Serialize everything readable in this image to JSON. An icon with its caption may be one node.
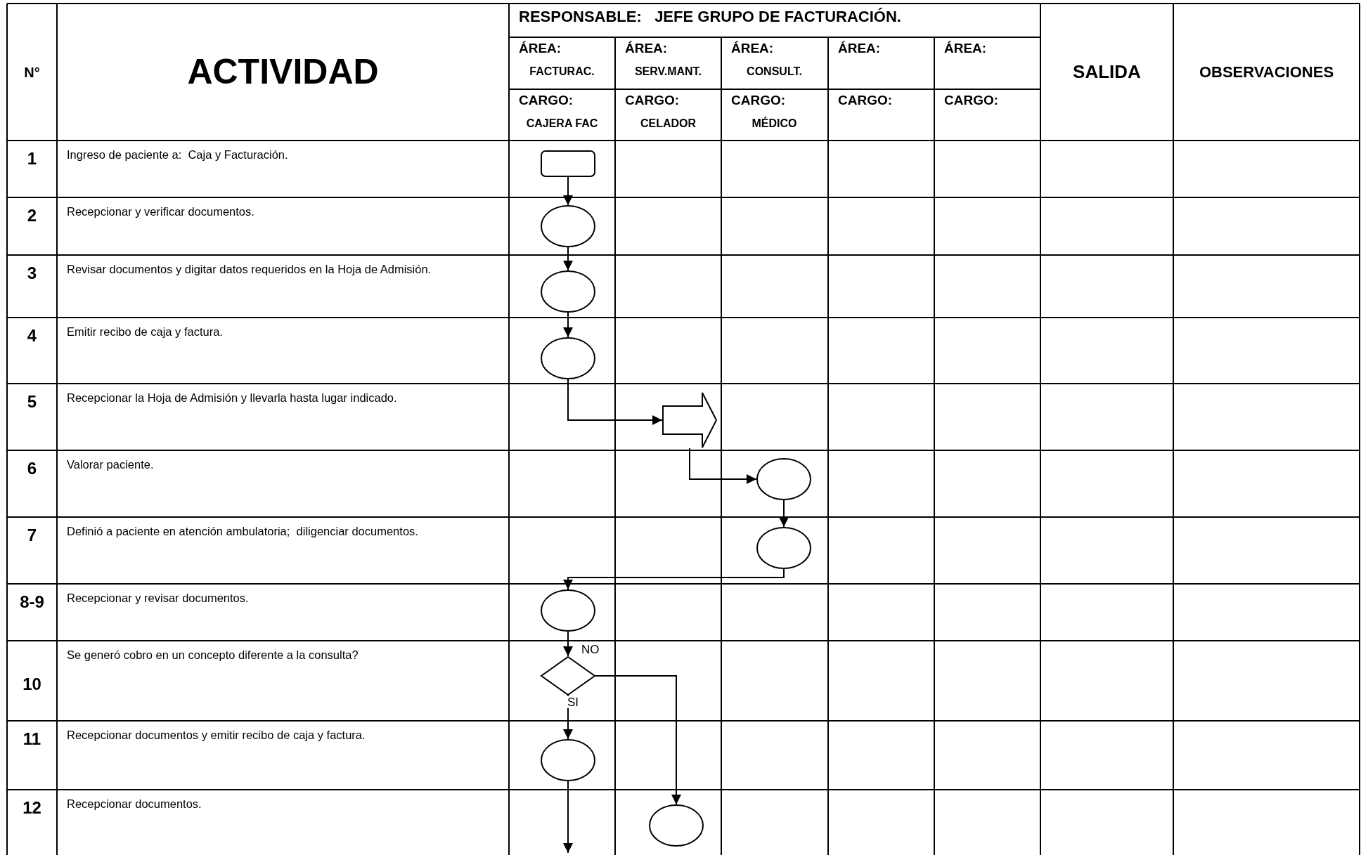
{
  "diagram": {
    "nodes": [
      {
        "text": [],
        "shape": "box"
      },
      {
        "text": [],
        "shape": "circle"
      },
      {
        "text": [],
        "shape": "circle"
      },
      {
        "text": [],
        "shape": "circle"
      },
      {
        "text": [],
        "shape": "arrow"
      },
      {
        "text": [],
        "shape": "circle"
      },
      {
        "text": [],
        "shape": "circle"
      },
      {
        "text": [],
        "shape": "circle"
      },
      {
        "text": [],
        "shape": "diamond"
      },
      {
        "text": [],
        "shape": "circle"
      },
      {
        "text": [],
        "shape": "circle"
      }
    ],
    "edges": [
      {
        "from": 0,
        "to": 1,
        "arrow": "to"
      },
      {
        "from": 1,
        "to": 2,
        "arrow": "to"
      },
      {
        "from": 2,
        "to": 3,
        "arrow": "to"
      },
      {
        "from": 3,
        "to": 4,
        "arrow": "to"
      },
      {
        "from": 4,
        "to": 5,
        "arrow": "to"
      },
      {
        "from": 5,
        "to": 6,
        "arrow": "to"
      },
      {
        "from": 6,
        "to": 7,
        "arrow": "to"
      },
      {
        "from": 7,
        "to": 8,
        "arrow": "to"
      },
      {
        "from": 8,
        "to": 9,
        "arrow": "to",
        "label": "SI"
      },
      {
        "from": 8,
        "to": 10,
        "arrow": "to",
        "label": "NO"
      },
      {
        "from": 9,
        "to": null,
        "arrow": "to"
      }
    ],
    "labels": [
      "N°",
      "ACTIVIDAD",
      "RESPONSABLE:   JEFE GRUPO DE FACTURACIÓN.",
      "SALIDA",
      "OBSERVACIONES",
      "ÁREA:",
      "FACTURAC.",
      "ÁREA:",
      "SERV.MANT.",
      "ÁREA:",
      "CONSULT.",
      "ÁREA:",
      "ÁREA:",
      "CARGO:",
      "CAJERA FAC",
      "CARGO:",
      "CELADOR",
      "CARGO:",
      "MÉDICO",
      "CARGO:",
      "CARGO:",
      "1",
      "Ingreso de paciente a:  Caja y Facturación.",
      "2",
      "Recepcionar y verificar documentos.",
      "3",
      "Revisar documentos y digitar datos requeridos en la Hoja de Admisión.",
      "4",
      "Emitir recibo de caja y factura.",
      "5",
      "Recepcionar la Hoja de Admisión y llevarla hasta lugar indicado.",
      "6",
      "Valorar paciente.",
      "7",
      "Definió a paciente en atención ambulatoria;  diligenciar documentos.",
      "8-9",
      "Recepcionar y revisar documentos.",
      "10",
      "Se generó cobro en un concepto diferente a la consulta?",
      "11",
      "Recepcionar documentos y emitir recibo de caja y factura.",
      "12",
      "Recepcionar documentos."
    ]
  }
}
